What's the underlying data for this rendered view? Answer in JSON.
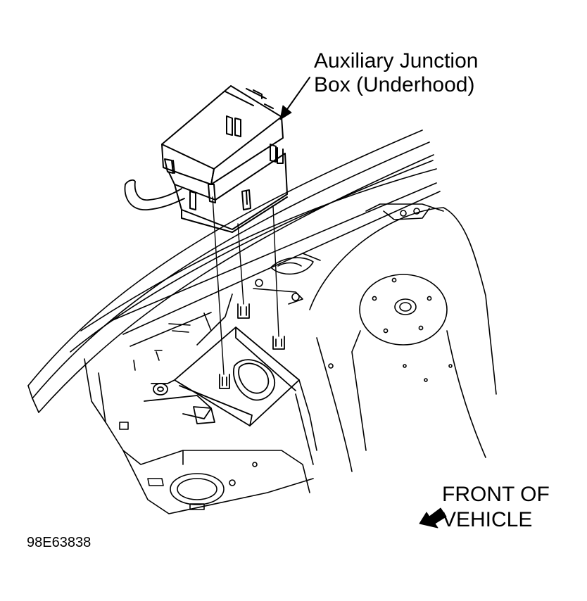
{
  "callout": {
    "line1": "Auxiliary Junction",
    "line2": "Box (Underhood)"
  },
  "direction": {
    "line1": "FRONT OF",
    "line2": "VEHICLE",
    "icon": "arrow-icon"
  },
  "figure_id": "98E63838",
  "colors": {
    "ink": "#000000",
    "paper": "#ffffff"
  }
}
